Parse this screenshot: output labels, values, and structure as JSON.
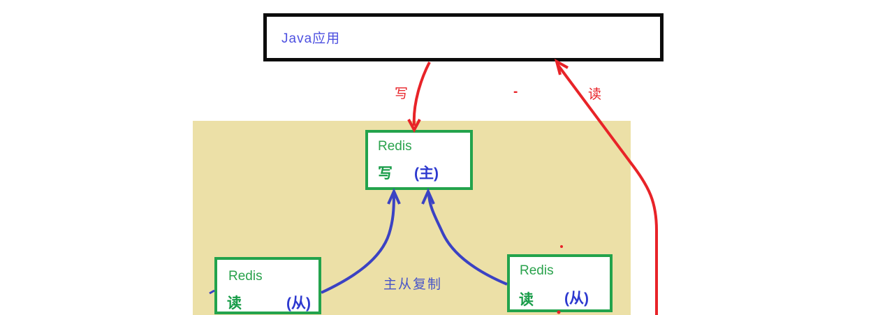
{
  "diagram": {
    "java_box": {
      "label": "Java应用"
    },
    "master_box": {
      "title": "Redis",
      "role": "写",
      "tag": "(主)"
    },
    "slave_left": {
      "title": "Redis",
      "role": "读",
      "tag": "(从)"
    },
    "slave_right": {
      "title": "Redis",
      "role": "读",
      "tag": "(从)"
    },
    "labels": {
      "write": "写",
      "read": "读",
      "replication": "主从复制",
      "stray_dash": "-"
    },
    "colors": {
      "arrow_red": "#e82328",
      "arrow_blue": "#3b42c3",
      "box_green": "#23a34c",
      "cluster_tan": "#ece0a7",
      "java_text_blue": "#4d50e0",
      "role_tag_blue": "#2c38cf",
      "border_black": "#0c0c0c"
    }
  }
}
